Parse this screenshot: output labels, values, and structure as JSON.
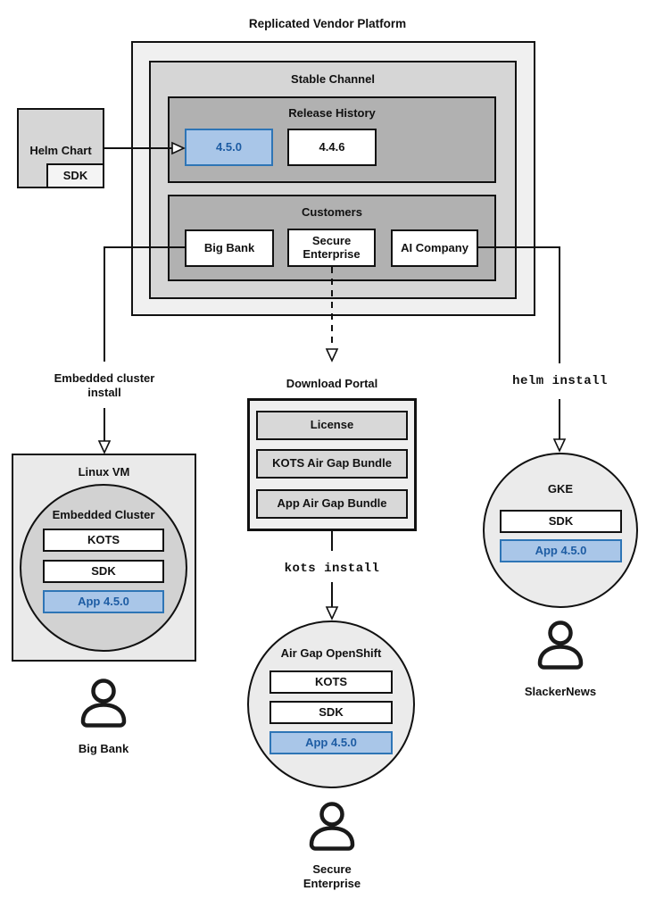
{
  "title": "Replicated Vendor Platform",
  "palette": {
    "highlight_fill": "#a9c6e8",
    "highlight_border": "#2e75b6",
    "highlight_text": "#1d5ca3",
    "outline": "#111111"
  },
  "platform": {
    "stable_channel_label": "Stable Channel",
    "release_history": {
      "label": "Release History",
      "releases": [
        {
          "version": "4.5.0",
          "highlighted": true
        },
        {
          "version": "4.4.6",
          "highlighted": false
        }
      ]
    },
    "customers": {
      "label": "Customers",
      "items": [
        "Big Bank",
        "Secure Enterprise",
        "AI Company"
      ]
    }
  },
  "helm_chart": {
    "label": "Helm Chart",
    "sdk_label": "SDK"
  },
  "embedded_flow": {
    "arrow_label": "Embedded cluster install",
    "host_label": "Linux VM",
    "cluster_label": "Embedded Cluster",
    "components": [
      "KOTS",
      "SDK",
      "App 4.5.0"
    ],
    "user_label": "Big Bank"
  },
  "airgap_flow": {
    "portal_label": "Download Portal",
    "portal_items": [
      "License",
      "KOTS Air Gap Bundle",
      "App Air Gap Bundle"
    ],
    "command": "kots install",
    "cluster_label": "Air Gap OpenShift",
    "components": [
      "KOTS",
      "SDK",
      "App 4.5.0"
    ],
    "user_label": "Secure Enterprise"
  },
  "helm_flow": {
    "command": "helm install",
    "cluster_label": "GKE",
    "components": [
      "SDK",
      "App 4.5.0"
    ],
    "user_label": "SlackerNews"
  }
}
